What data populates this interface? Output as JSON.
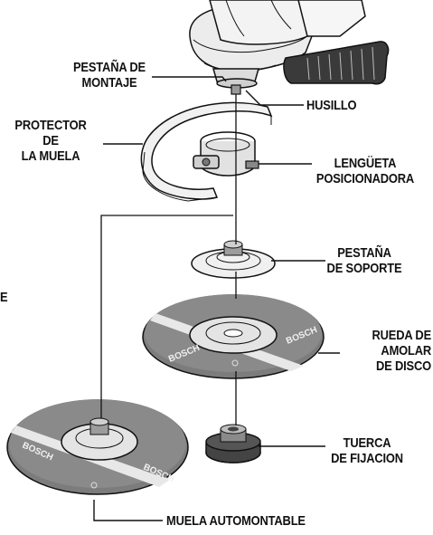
{
  "labels": {
    "mounting_flange": [
      "PESTAÑA DE",
      "MONTAJE"
    ],
    "spindle": [
      "HUSILLO"
    ],
    "wheel_guard": [
      "PROTECTOR",
      "DE",
      "LA MUELA"
    ],
    "locating_tab": [
      "LENGÜETA",
      "POSICIONADORA"
    ],
    "backing_flange": [
      "PESTAÑA",
      "DE SOPORTE"
    ],
    "grinding_wheel": [
      "RUEDA DE",
      "AMOLAR",
      "DE DISCO"
    ],
    "lock_nut": [
      "TUERCA",
      "DE FIJACION"
    ],
    "hubbed_wheel": [
      "MUELA AUTOMONTABLE"
    ],
    "left_edge_fragment": "E"
  },
  "brand_text": "BOSCH"
}
